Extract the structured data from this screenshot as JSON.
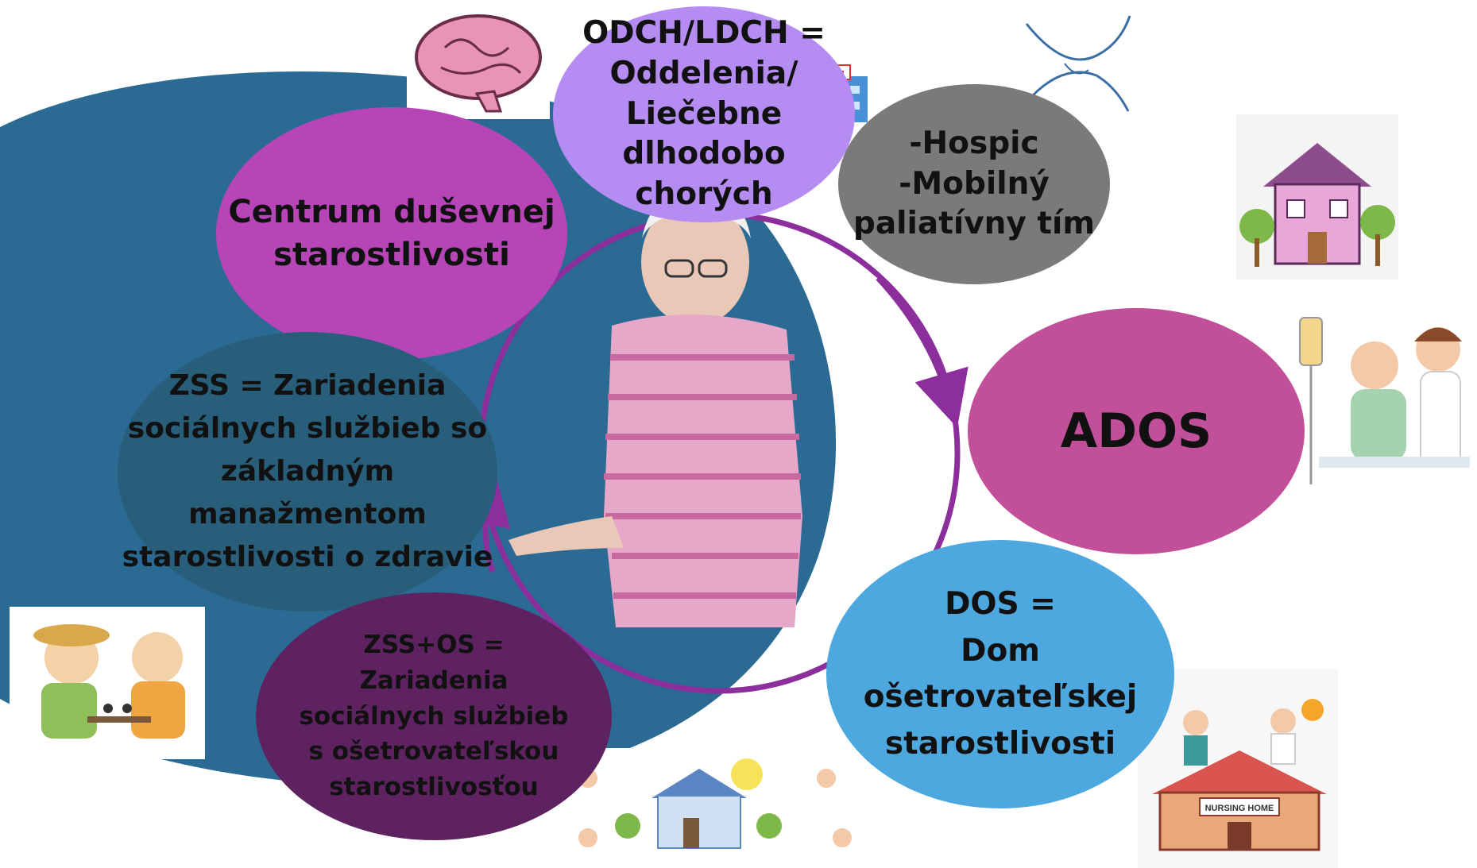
{
  "bubbles": {
    "centrum": "Centrum duševnej\nstarostlivosti",
    "odch": "ODCH/LDCH =\nOddelenia/\nLiečebne dlhodobo\nchorých",
    "hospic": "-Hospic\n-Mobilný\npaliatívny tím",
    "ados": "ADOS",
    "zss": "ZSS = Zariadenia\nsociálnych službieb so\nzákladným\nmanažmentom\nstarostlivosti o zdravie",
    "zssos": "ZSS+OS =\nZariadenia\nsociálnych službieb\ns ošetrovateľskou\nstarostlivosťou",
    "dos": "DOS =\nDom\nošetrovateľskej\nstarostlivosti"
  },
  "clipart": {
    "nursing_home_sign": "NURSING HOME"
  },
  "colors": {
    "big_blob": "#2a6a93",
    "cycle_arrow": "#8c2f9c",
    "centrum": "#b845b8",
    "odch": "#b58cf2",
    "hospic": "#7a7a7a",
    "ados": "#c24f9a",
    "zss": "#285e7a",
    "zssos": "#5f2260",
    "dos": "#4ea8e0"
  }
}
